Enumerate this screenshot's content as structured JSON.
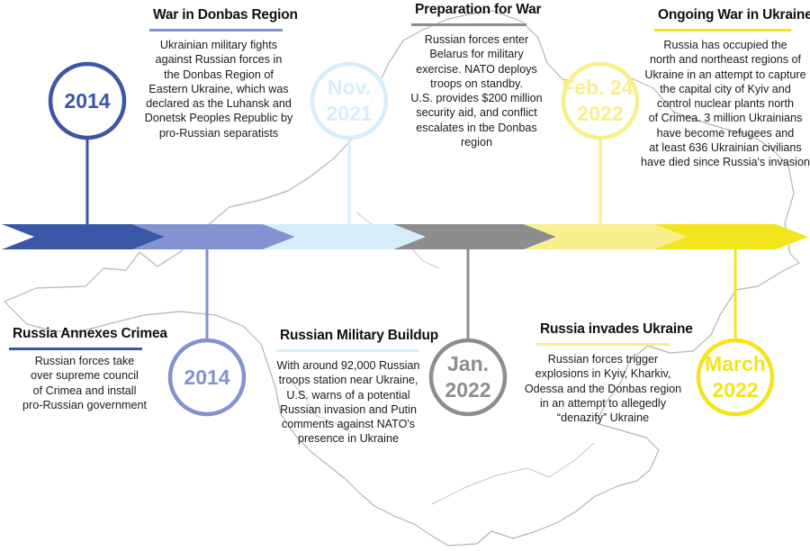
{
  "colors": {
    "dark_blue": "#3a57a7",
    "mid_blue": "#8392d0",
    "light_blue": "#d6eef9",
    "gray": "#8d8d8d",
    "pale_yellow": "#f7f08c",
    "yellow": "#f2e51e",
    "map_outline": "#b4b4b4"
  },
  "events": [
    {
      "date": "2014",
      "title": "Russia Annexes Crimea",
      "text": "Russian forces take\nover supreme council\nof Crimea and install\npro-Russian government"
    },
    {
      "date": "2014",
      "title": "War in Donbas Region",
      "text": "Ukrainian military fights\nagainst Russian forces in\nthe Donbas  Region of\nEastern Ukraine, which was\ndeclared as the Luhansk and\nDonetsk Peoples Republic by\npro-Russian separatists"
    },
    {
      "date": "Nov.\n2021",
      "title": "Russian Military Buildup",
      "text": "With around 92,000 Russian\ntroops station near Ukraine,\nU.S. warns of a potential\nRussian invasion and Putin\ncomments against NATO's\npresence in Ukraine"
    },
    {
      "date": "Jan.\n2022",
      "title": "Preparation for War",
      "text": "Russian forces enter\nBelarus for military\nexercise. NATO deploys\ntroops on standby.\nU.S. provides $200 million\nsecurity aid, and conflict\nescalates in tbe Donbas\nregion"
    },
    {
      "date": "Feb. 24,\n2022",
      "title": "Russia invades Ukraine",
      "text": "Russian forces trigger\nexplosions in  Kyiv, Kharkiv,\nOdessa and the Donbas region\nin an attempt to allegedly\n“denazify” Ukraine"
    },
    {
      "date": "March\n2022",
      "title": "Ongoing War in Ukraine",
      "text": "Russia has occupied the\nnorth and northeast regions of\nUkraine in an attempt to capture\nthe capital city of Kyiv and\ncontrol nuclear plants north\nof Crimea. 3 million Ukrainians\nhave become refugees and\nat least 636 Ukrainian civilians\nhave died since Russia's invasion"
    }
  ]
}
